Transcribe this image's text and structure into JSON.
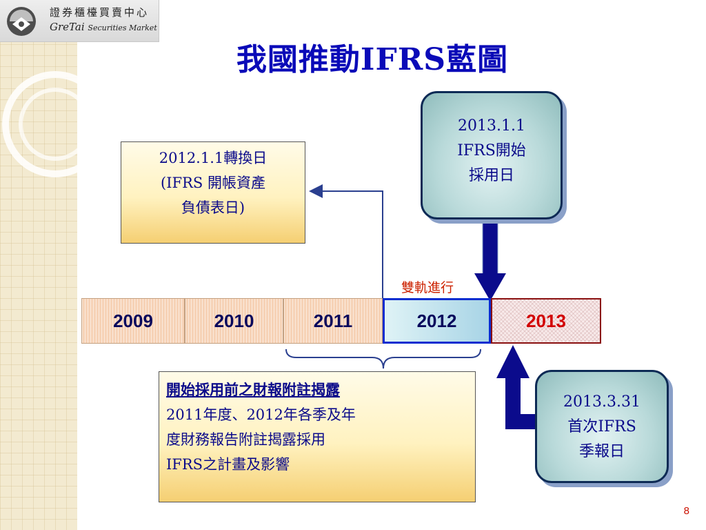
{
  "logo": {
    "chinese_name": "證券櫃檯買賣中心",
    "english_name_main": "GreTai",
    "english_name_sub": "Securities Market"
  },
  "title": "我國推動IFRS藍圖",
  "boxes": {
    "transition_date": {
      "lines": [
        "2012.1.1轉換日",
        "(IFRS 開帳資產",
        "負債表日)"
      ]
    },
    "adoption_date": {
      "lines": [
        "2013.1.1",
        "IFRS開始",
        "採用日"
      ]
    },
    "first_quarterly": {
      "lines": [
        "2013.3.31",
        "首次IFRS",
        "季報日"
      ]
    },
    "pre_adoption_disclosure": {
      "heading": "開始採用前之財報附註揭露",
      "lines": [
        "2011年度、2012年各季及年",
        "度財務報告附註揭露採用",
        "IFRS之計畫及影響"
      ]
    }
  },
  "dual_track_label": "雙軌進行",
  "timeline": {
    "years": [
      "2009",
      "2010",
      "2011",
      "2012",
      "2013"
    ]
  },
  "page_number": "8",
  "colors": {
    "title": "#0a0ab8",
    "note_text": "#0a0a8a",
    "year_2013_text": "#d20000",
    "dual_track_text": "#cc2200",
    "arrow_fill": "#0b0b8c",
    "connector_line": "#2a3f8f"
  }
}
